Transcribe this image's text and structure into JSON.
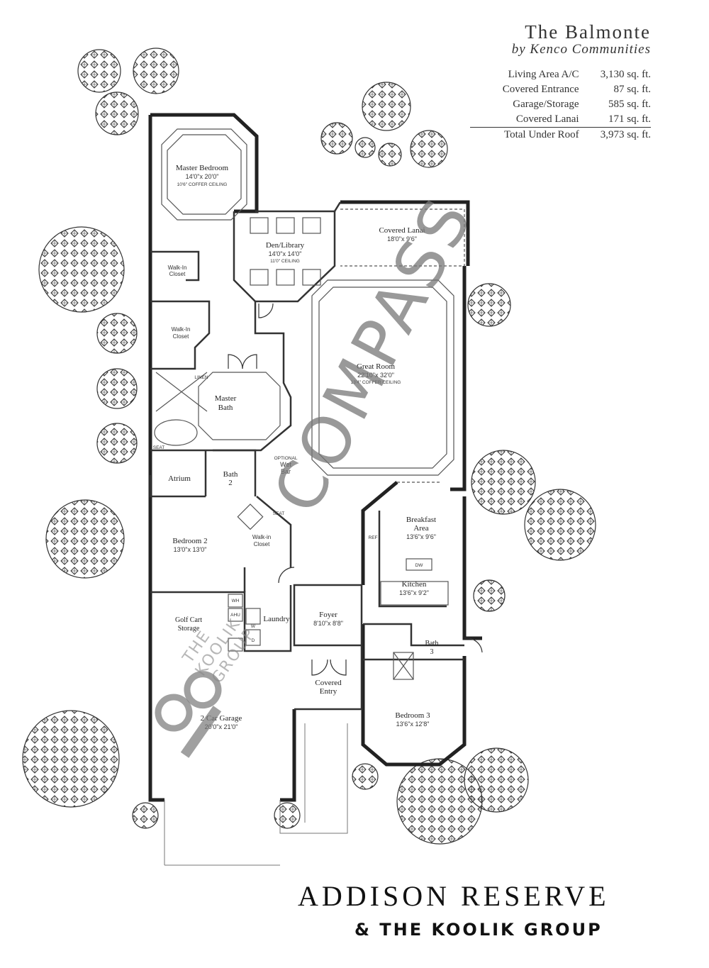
{
  "header": {
    "title": "The Balmonte",
    "subtitle": "by Kenco Communities",
    "areas": [
      {
        "label": "Living Area A/C",
        "value": "3,130 sq. ft."
      },
      {
        "label": "Covered Entrance",
        "value": "87 sq. ft."
      },
      {
        "label": "Garage/Storage",
        "value": "585 sq. ft."
      },
      {
        "label": "Covered Lanai",
        "value": "171 sq. ft."
      }
    ],
    "total": {
      "label": "Total Under Roof",
      "value": "3,973 sq. ft."
    }
  },
  "rooms": {
    "master_bedroom": {
      "name": "Master Bedroom",
      "dim": "14'0\"x 20'0\"",
      "note": "10'6\" COFFER CEILING"
    },
    "den": {
      "name": "Den/Library",
      "dim": "14'0\"x 14'0\"",
      "note": "11'0\" CEILING"
    },
    "lanai": {
      "name": "Covered Lanai",
      "dim": "18'0\"x 9'6\""
    },
    "walkin1": {
      "name": "Walk-In",
      "name2": "Closet"
    },
    "walkin2": {
      "name": "Walk-In",
      "name2": "Closet"
    },
    "great_room": {
      "name": "Great Room",
      "dim": "22'10\"x 32'0\"",
      "note": "13'4\" COFFER CEILING"
    },
    "master_bath": {
      "name": "Master",
      "name2": "Bath"
    },
    "linen": "LINEN",
    "seat1": "SEAT",
    "seat2": "SEAT",
    "atrium": {
      "name": "Atrium"
    },
    "bath2": {
      "name": "Bath",
      "name2": "2"
    },
    "wetbar": {
      "name": "OPTIONAL",
      "name2": "Wet",
      "name3": "Bar"
    },
    "bedroom2": {
      "name": "Bedroom 2",
      "dim": "13'0\"x 13'0\""
    },
    "walkin3": {
      "name": "Walk-in",
      "name2": "Closet"
    },
    "breakfast": {
      "name": "Breakfast",
      "name2": "Area",
      "dim": "13'6\"x 9'6\""
    },
    "ref": "REF",
    "dw": "DW",
    "kitchen": {
      "name": "Kitchen",
      "dim": "13'6\"x 9'2\""
    },
    "golf": {
      "name": "Golf Cart",
      "name2": "Storage"
    },
    "wh": "WH",
    "ahu": "AHU",
    "laundry": {
      "name": "Laundry"
    },
    "washer": "W",
    "dryer": "D",
    "foyer": {
      "name": "Foyer",
      "dim": "8'10\"x 8'8\""
    },
    "bath3": {
      "name": "Bath",
      "name2": "3"
    },
    "covered_entry": {
      "name": "Covered",
      "name2": "Entry"
    },
    "garage": {
      "name": "2 Car Garage",
      "dim": "20'0\"x 21'0\""
    },
    "bedroom3": {
      "name": "Bedroom 3",
      "dim": "13'6\"x 12'8\""
    }
  },
  "watermarks": {
    "compass": "COMPASS",
    "kg_line1": "THE",
    "kg_line2": "KOOLIK",
    "kg_line3": "GROUP"
  },
  "footer": {
    "line1": "ADDISON RESERVE",
    "line2": "& THE KOOLIK GROUP"
  }
}
